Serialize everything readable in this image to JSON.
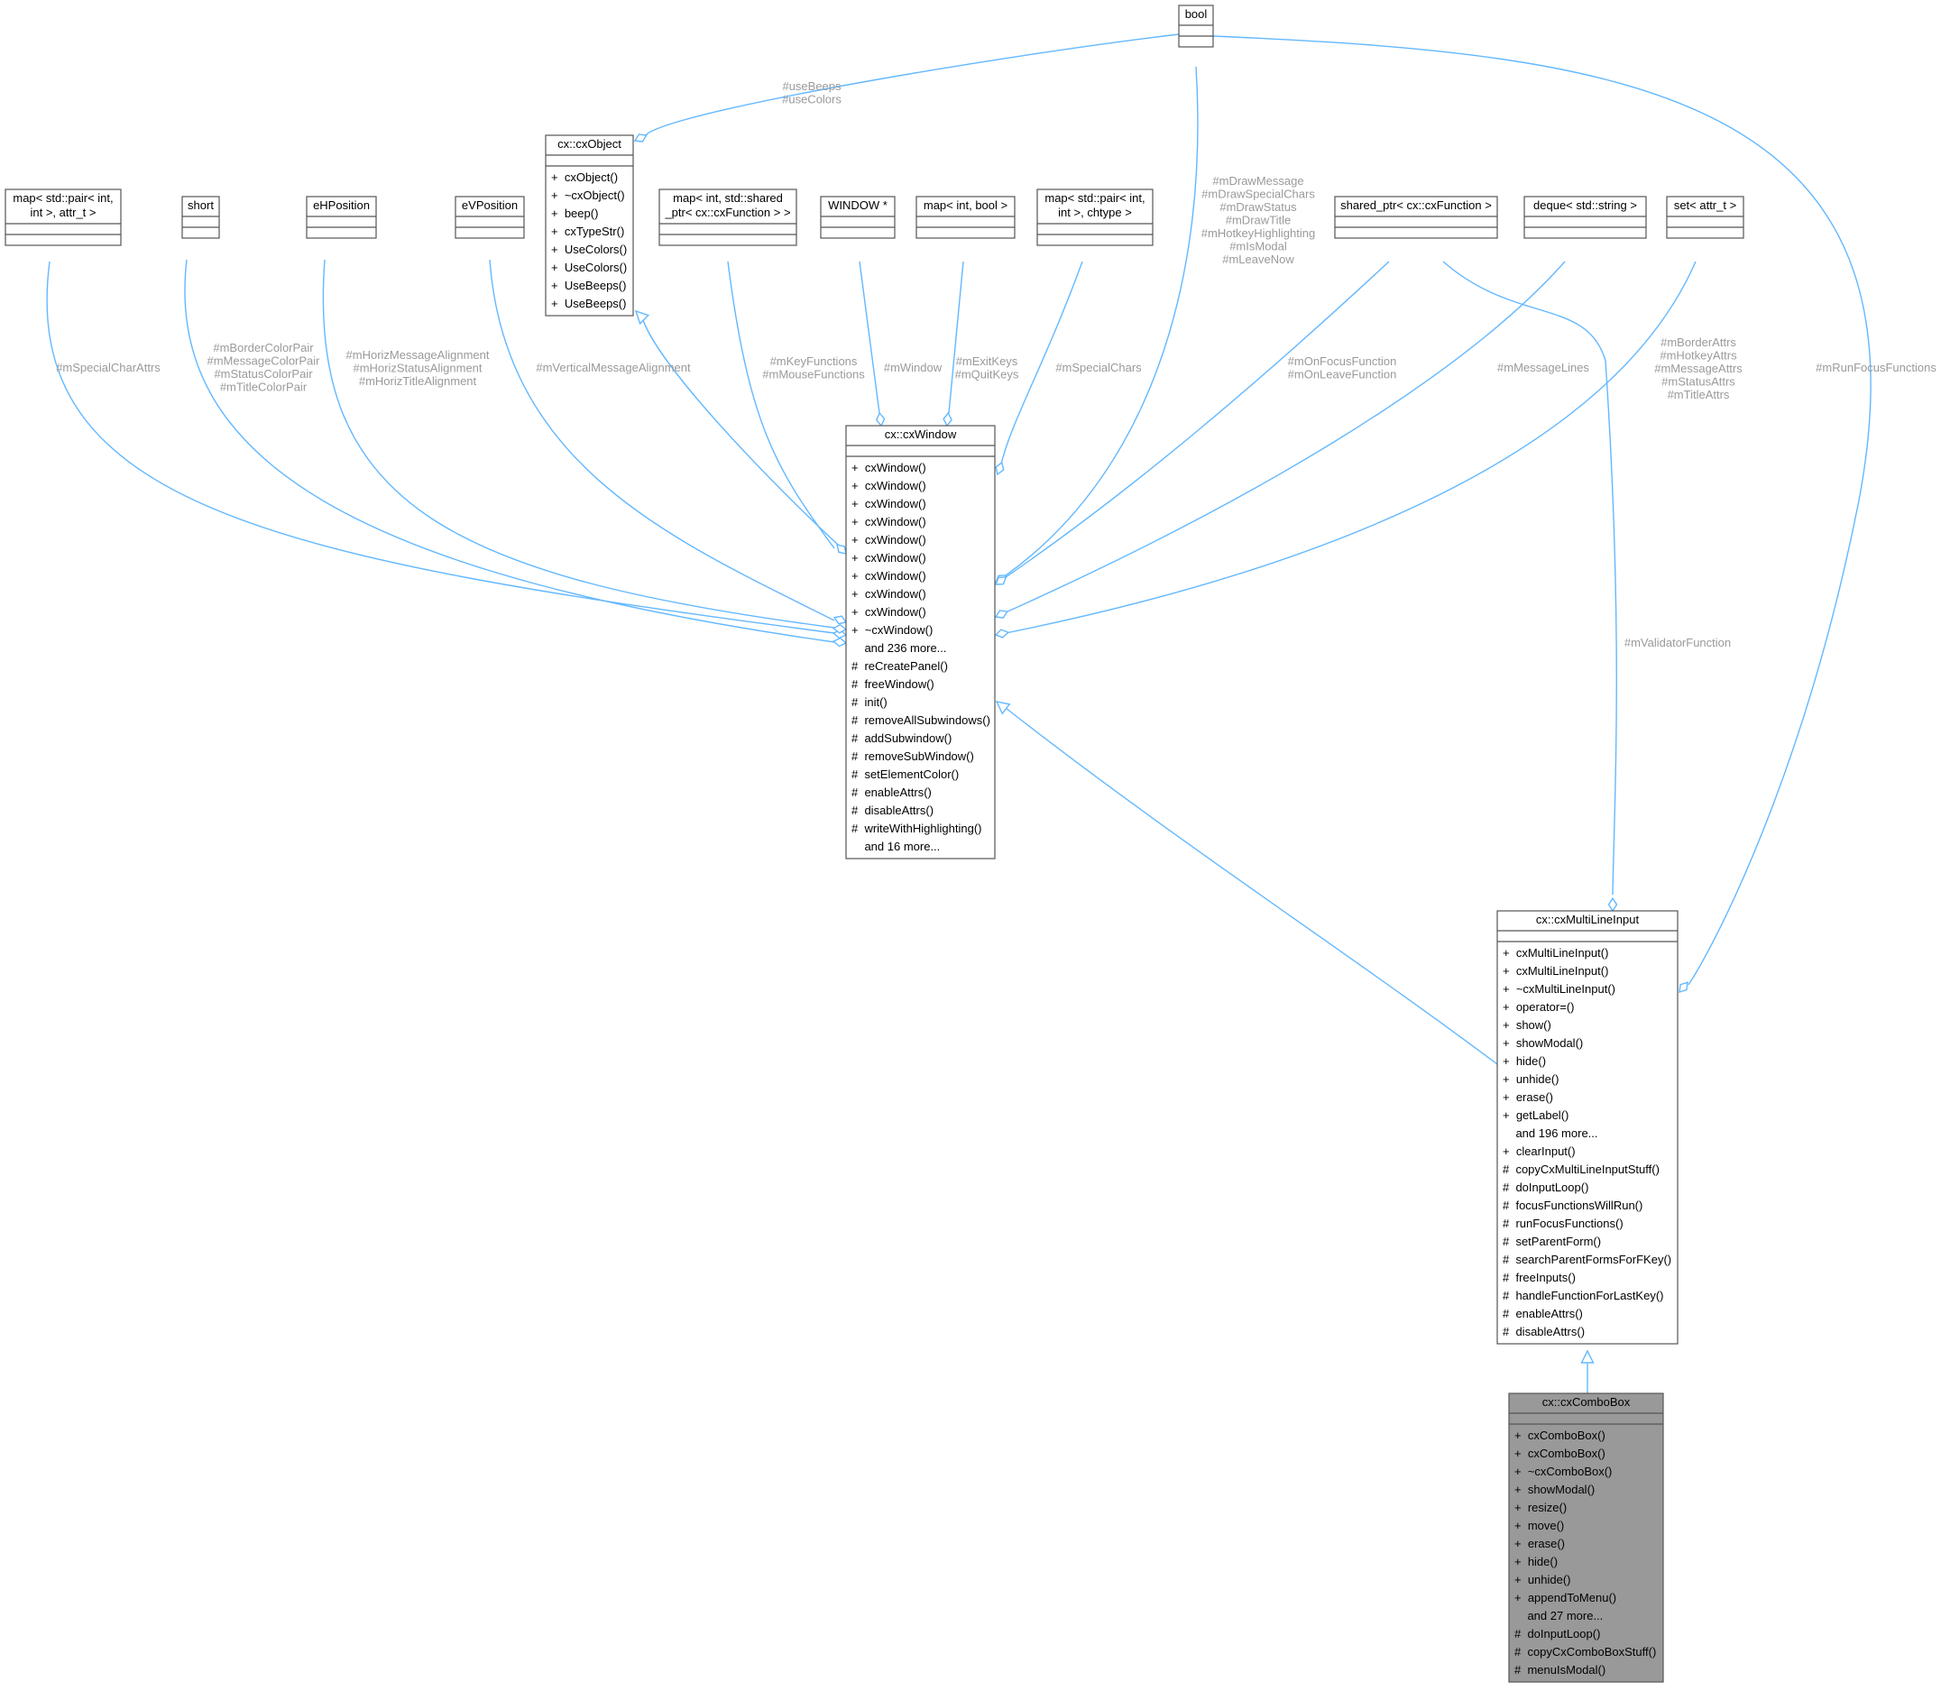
{
  "classes": [
    {
      "id": "bool",
      "title": [
        "bool"
      ],
      "members": []
    },
    {
      "id": "cxObject",
      "title": [
        "cx::cxObject"
      ],
      "members": [
        "+  cxObject()",
        "+  ~cxObject()",
        "+  beep()",
        "+  cxTypeStr()",
        "+  UseColors()",
        "+  UseColors()",
        "+  UseBeeps()",
        "+  UseBeeps()"
      ]
    },
    {
      "id": "mapPairAttr",
      "title": [
        "map< std::pair< int,",
        "int >, attr_t >"
      ],
      "members": []
    },
    {
      "id": "short",
      "title": [
        "short"
      ],
      "members": []
    },
    {
      "id": "eHPosition",
      "title": [
        "eHPosition"
      ],
      "members": []
    },
    {
      "id": "eVPosition",
      "title": [
        "eVPosition"
      ],
      "members": []
    },
    {
      "id": "mapIntFunc",
      "title": [
        "map< int, std::shared",
        "_ptr< cx::cxFunction > >"
      ],
      "members": []
    },
    {
      "id": "window",
      "title": [
        "WINDOW *"
      ],
      "members": []
    },
    {
      "id": "mapIntBool",
      "title": [
        "map< int, bool >"
      ],
      "members": []
    },
    {
      "id": "mapPairChtype",
      "title": [
        "map< std::pair< int,",
        "int >, chtype >"
      ],
      "members": []
    },
    {
      "id": "sharedPtr",
      "title": [
        "shared_ptr< cx::cxFunction >"
      ],
      "members": []
    },
    {
      "id": "dequeStr",
      "title": [
        "deque< std::string >"
      ],
      "members": []
    },
    {
      "id": "setAttr",
      "title": [
        "set< attr_t >"
      ],
      "members": []
    },
    {
      "id": "cxWindow",
      "title": [
        "cx::cxWindow"
      ],
      "members": [
        "+  cxWindow()",
        "+  cxWindow()",
        "+  cxWindow()",
        "+  cxWindow()",
        "+  cxWindow()",
        "+  cxWindow()",
        "+  cxWindow()",
        "+  cxWindow()",
        "+  cxWindow()",
        "+  ~cxWindow()",
        "    and 236 more...",
        "#  reCreatePanel()",
        "#  freeWindow()",
        "#  init()",
        "#  removeAllSubwindows()",
        "#  addSubwindow()",
        "#  removeSubWindow()",
        "#  setElementColor()",
        "#  enableAttrs()",
        "#  disableAttrs()",
        "#  writeWithHighlighting()",
        "    and 16 more..."
      ]
    },
    {
      "id": "cxMultiLineInput",
      "title": [
        "cx::cxMultiLineInput"
      ],
      "members": [
        "+  cxMultiLineInput()",
        "+  cxMultiLineInput()",
        "+  ~cxMultiLineInput()",
        "+  operator=()",
        "+  show()",
        "+  showModal()",
        "+  hide()",
        "+  unhide()",
        "+  erase()",
        "+  getLabel()",
        "    and 196 more...",
        "+  clearInput()",
        "#  copyCxMultiLineInputStuff()",
        "#  doInputLoop()",
        "#  focusFunctionsWillRun()",
        "#  runFocusFunctions()",
        "#  setParentForm()",
        "#  searchParentFormsForFKey()",
        "#  freeInputs()",
        "#  handleFunctionForLastKey()",
        "#  enableAttrs()",
        "#  disableAttrs()"
      ]
    },
    {
      "id": "cxComboBox",
      "title": [
        "cx::cxComboBox"
      ],
      "members": [
        "+  cxComboBox()",
        "+  cxComboBox()",
        "+  ~cxComboBox()",
        "+  showModal()",
        "+  resize()",
        "+  move()",
        "+  erase()",
        "+  hide()",
        "+  unhide()",
        "+  appendToMenu()",
        "    and 27 more...",
        "#  doInputLoop()",
        "#  copyCxComboBoxStuff()",
        "#  menuIsModal()"
      ]
    }
  ],
  "edge_labels": {
    "useBeeps": [
      "#useBeeps",
      "#useColors"
    ],
    "specialCharAttrs": [
      "#mSpecialCharAttrs"
    ],
    "colorPairs": [
      "#mBorderColorPair",
      "#mMessageColorPair",
      "#mStatusColorPair",
      "#mTitleColorPair"
    ],
    "horizAlign": [
      "#mHorizMessageAlignment",
      "#mHorizStatusAlignment",
      "#mHorizTitleAlignment"
    ],
    "vertAlign": [
      "#mVerticalMessageAlignment"
    ],
    "keyFuncs": [
      "#mKeyFunctions",
      "#mMouseFunctions"
    ],
    "window": [
      "#mWindow"
    ],
    "exitKeys": [
      "#mExitKeys",
      "#mQuitKeys"
    ],
    "specialChars": [
      "#mSpecialChars"
    ],
    "boolFlags": [
      "#mDrawMessage",
      "#mDrawSpecialChars",
      "#mDrawStatus",
      "#mDrawTitle",
      "#mHotkeyHighlighting",
      "#mIsModal",
      "#mLeaveNow"
    ],
    "focusFuncs": [
      "#mOnFocusFunction",
      "#mOnLeaveFunction"
    ],
    "messageLines": [
      "#mMessageLines"
    ],
    "attrs": [
      "#mBorderAttrs",
      "#mHotkeyAttrs",
      "#mMessageAttrs",
      "#mStatusAttrs",
      "#mTitleAttrs"
    ],
    "runFocus": [
      "#mRunFocusFunctions"
    ],
    "validator": [
      "#mValidatorFunction"
    ]
  }
}
